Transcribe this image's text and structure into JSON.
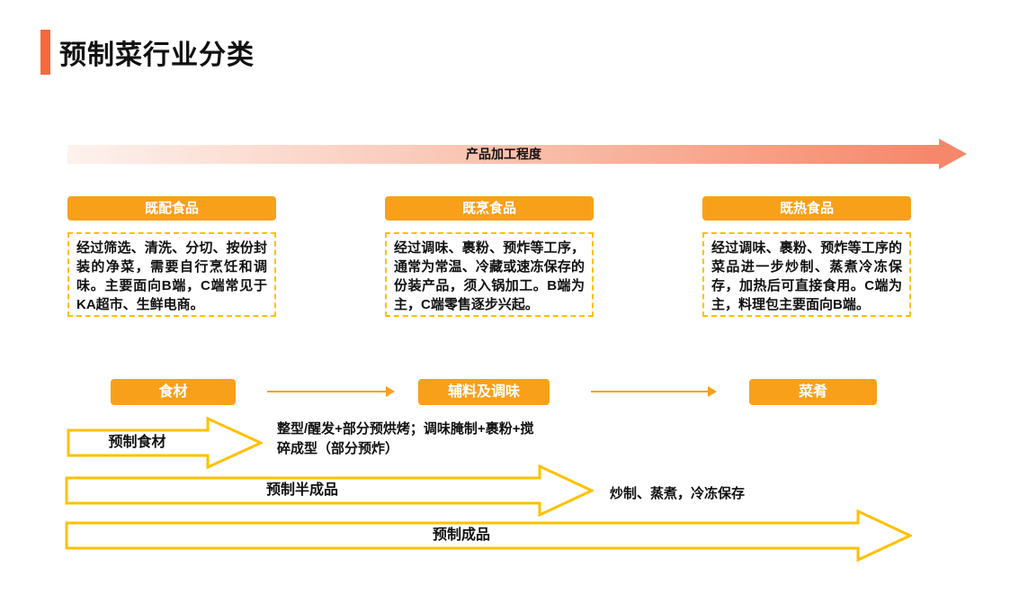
{
  "title": {
    "text": "预制菜行业分类"
  },
  "process_axis": {
    "label": "产品加工程度"
  },
  "categories": [
    {
      "header": "既配食品",
      "description": "经过筛选、清洗、分切、按份封装的净菜，需要自行烹饪和调味。主要面向B端，C端常见于KA超市、生鲜电商。"
    },
    {
      "header": "既烹食品",
      "description": "经过调味、裹粉、预炸等工序，通常为常温、冷藏或速冻保存的份装产品，须入锅加工。B端为主，C端零售逐步兴起。"
    },
    {
      "header": "既热食品",
      "description": "经过调味、裹粉、预炸等工序的菜品进一步炒制、蒸煮冷冻保存，加热后可直接食用。C端为主，料理包主要面向B端。"
    }
  ],
  "flow": {
    "stages": [
      "食材",
      "辅料及调味",
      "菜肴"
    ]
  },
  "process_arrows": [
    {
      "label": "预制食材",
      "annotation": "整型/醒发+部分预烘烤；调味腌制+裹粉+搅碎成型（部分预炸）"
    },
    {
      "label": "预制半成品",
      "annotation": "炒制、蒸煮，冷冻保存"
    },
    {
      "label": "预制成品",
      "annotation": ""
    }
  ],
  "colors": {
    "accent_orange": "#F9A01B",
    "title_accent": "#F4683C",
    "gold_outline": "#FFC000",
    "gradient_start": "#FDF2EE",
    "gradient_end": "#F5876A"
  }
}
